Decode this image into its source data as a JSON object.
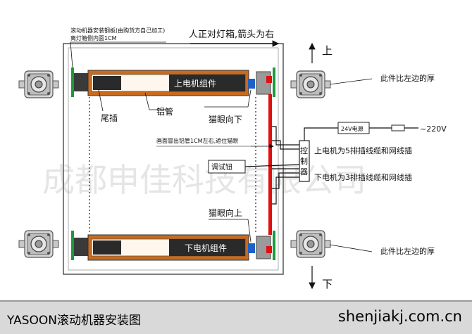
{
  "labels": {
    "install_note_1": "滚动机器安装钢板(由购货方自己加工)",
    "install_note_2": "离灯箱侧内面1CM",
    "direction_note": "人正对灯箱,箭头为右",
    "up": "上",
    "down": "下",
    "upper_thicker_note": "此件比左边的厚",
    "lower_thicker_note": "此件比左边的厚",
    "upper_motor": "上电机组件",
    "lower_motor": "下电机组件",
    "tail_plug": "尾插",
    "aluminum_tube": "铝管",
    "cat_eye_down": "猫眼向下",
    "cat_eye_up": "猫眼向上",
    "margin_note": "画面冒出铝管1CM左右,遮住猫眼",
    "tuning_button": "调试钮",
    "control_1": "控",
    "control_2": "制",
    "control_3": "器",
    "power_box": "24V电源",
    "voltage": "~220V",
    "upper_wiring": "上电机为5排插线缆和网线插",
    "lower_wiring": "下电机为3排插线缆和网线插",
    "watermark": "成都申佳科技有限公司"
  },
  "footer": {
    "title": "YASOON滚动机器安装图",
    "url": "shenjiakj.com.cn"
  },
  "colors": {
    "tube": "#c96a1c",
    "motor": "#2a2a2a",
    "cable_red": "#e01010",
    "mount_green": "#1e9a3c",
    "footer_bg": "#d9d9d9"
  }
}
